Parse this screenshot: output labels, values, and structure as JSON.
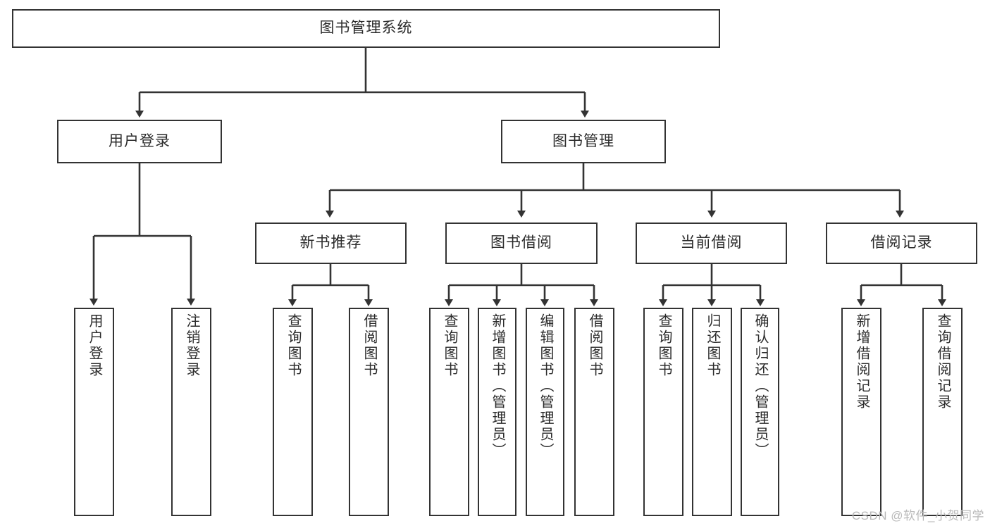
{
  "diagram": {
    "type": "tree-hierarchy",
    "title": "图书管理系统",
    "background_color": "#ffffff",
    "line_color": "#333333",
    "text_color": "#2b2b2b"
  },
  "nodes": {
    "root": {
      "label": "图书管理系统"
    },
    "level2": [
      {
        "label": "用户登录"
      },
      {
        "label": "图书管理"
      }
    ],
    "level3": [
      {
        "label": "新书推荐"
      },
      {
        "label": "图书借阅"
      },
      {
        "label": "当前借阅"
      },
      {
        "label": "借阅记录"
      }
    ],
    "leaves": {
      "user_login": [
        {
          "label": "用户登录"
        },
        {
          "label": "注销登录"
        }
      ],
      "new_book": [
        {
          "label": "查询图书"
        },
        {
          "label": "借阅图书"
        }
      ],
      "book_borrow": [
        {
          "label": "查询图书"
        },
        {
          "label": "新增图书（管理员）"
        },
        {
          "label": "编辑图书（管理员）"
        },
        {
          "label": "借阅图书"
        }
      ],
      "current_borrow": [
        {
          "label": "查询图书"
        },
        {
          "label": "归还图书"
        },
        {
          "label": "确认归还（管理员）"
        }
      ],
      "borrow_record": [
        {
          "label": "新增借阅记录"
        },
        {
          "label": "查询借阅记录"
        }
      ]
    }
  },
  "watermark": {
    "text": "CSDN @软件_小贺同学"
  }
}
